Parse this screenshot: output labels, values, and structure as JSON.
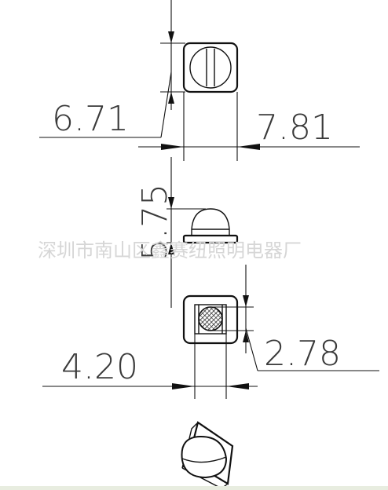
{
  "dimensions": {
    "top_height": "6.71",
    "top_width": "7.81",
    "side_height": "5.75",
    "bottom_width": "4.20",
    "lens_diameter": "2.78"
  },
  "watermark": "深圳市南山区鑫赛纽照明电器厂",
  "colors": {
    "line": "#111111",
    "dimension_text": "#3a3a3a",
    "watermark": "#d6d6d6",
    "bottom_band": "#e8ede0"
  }
}
